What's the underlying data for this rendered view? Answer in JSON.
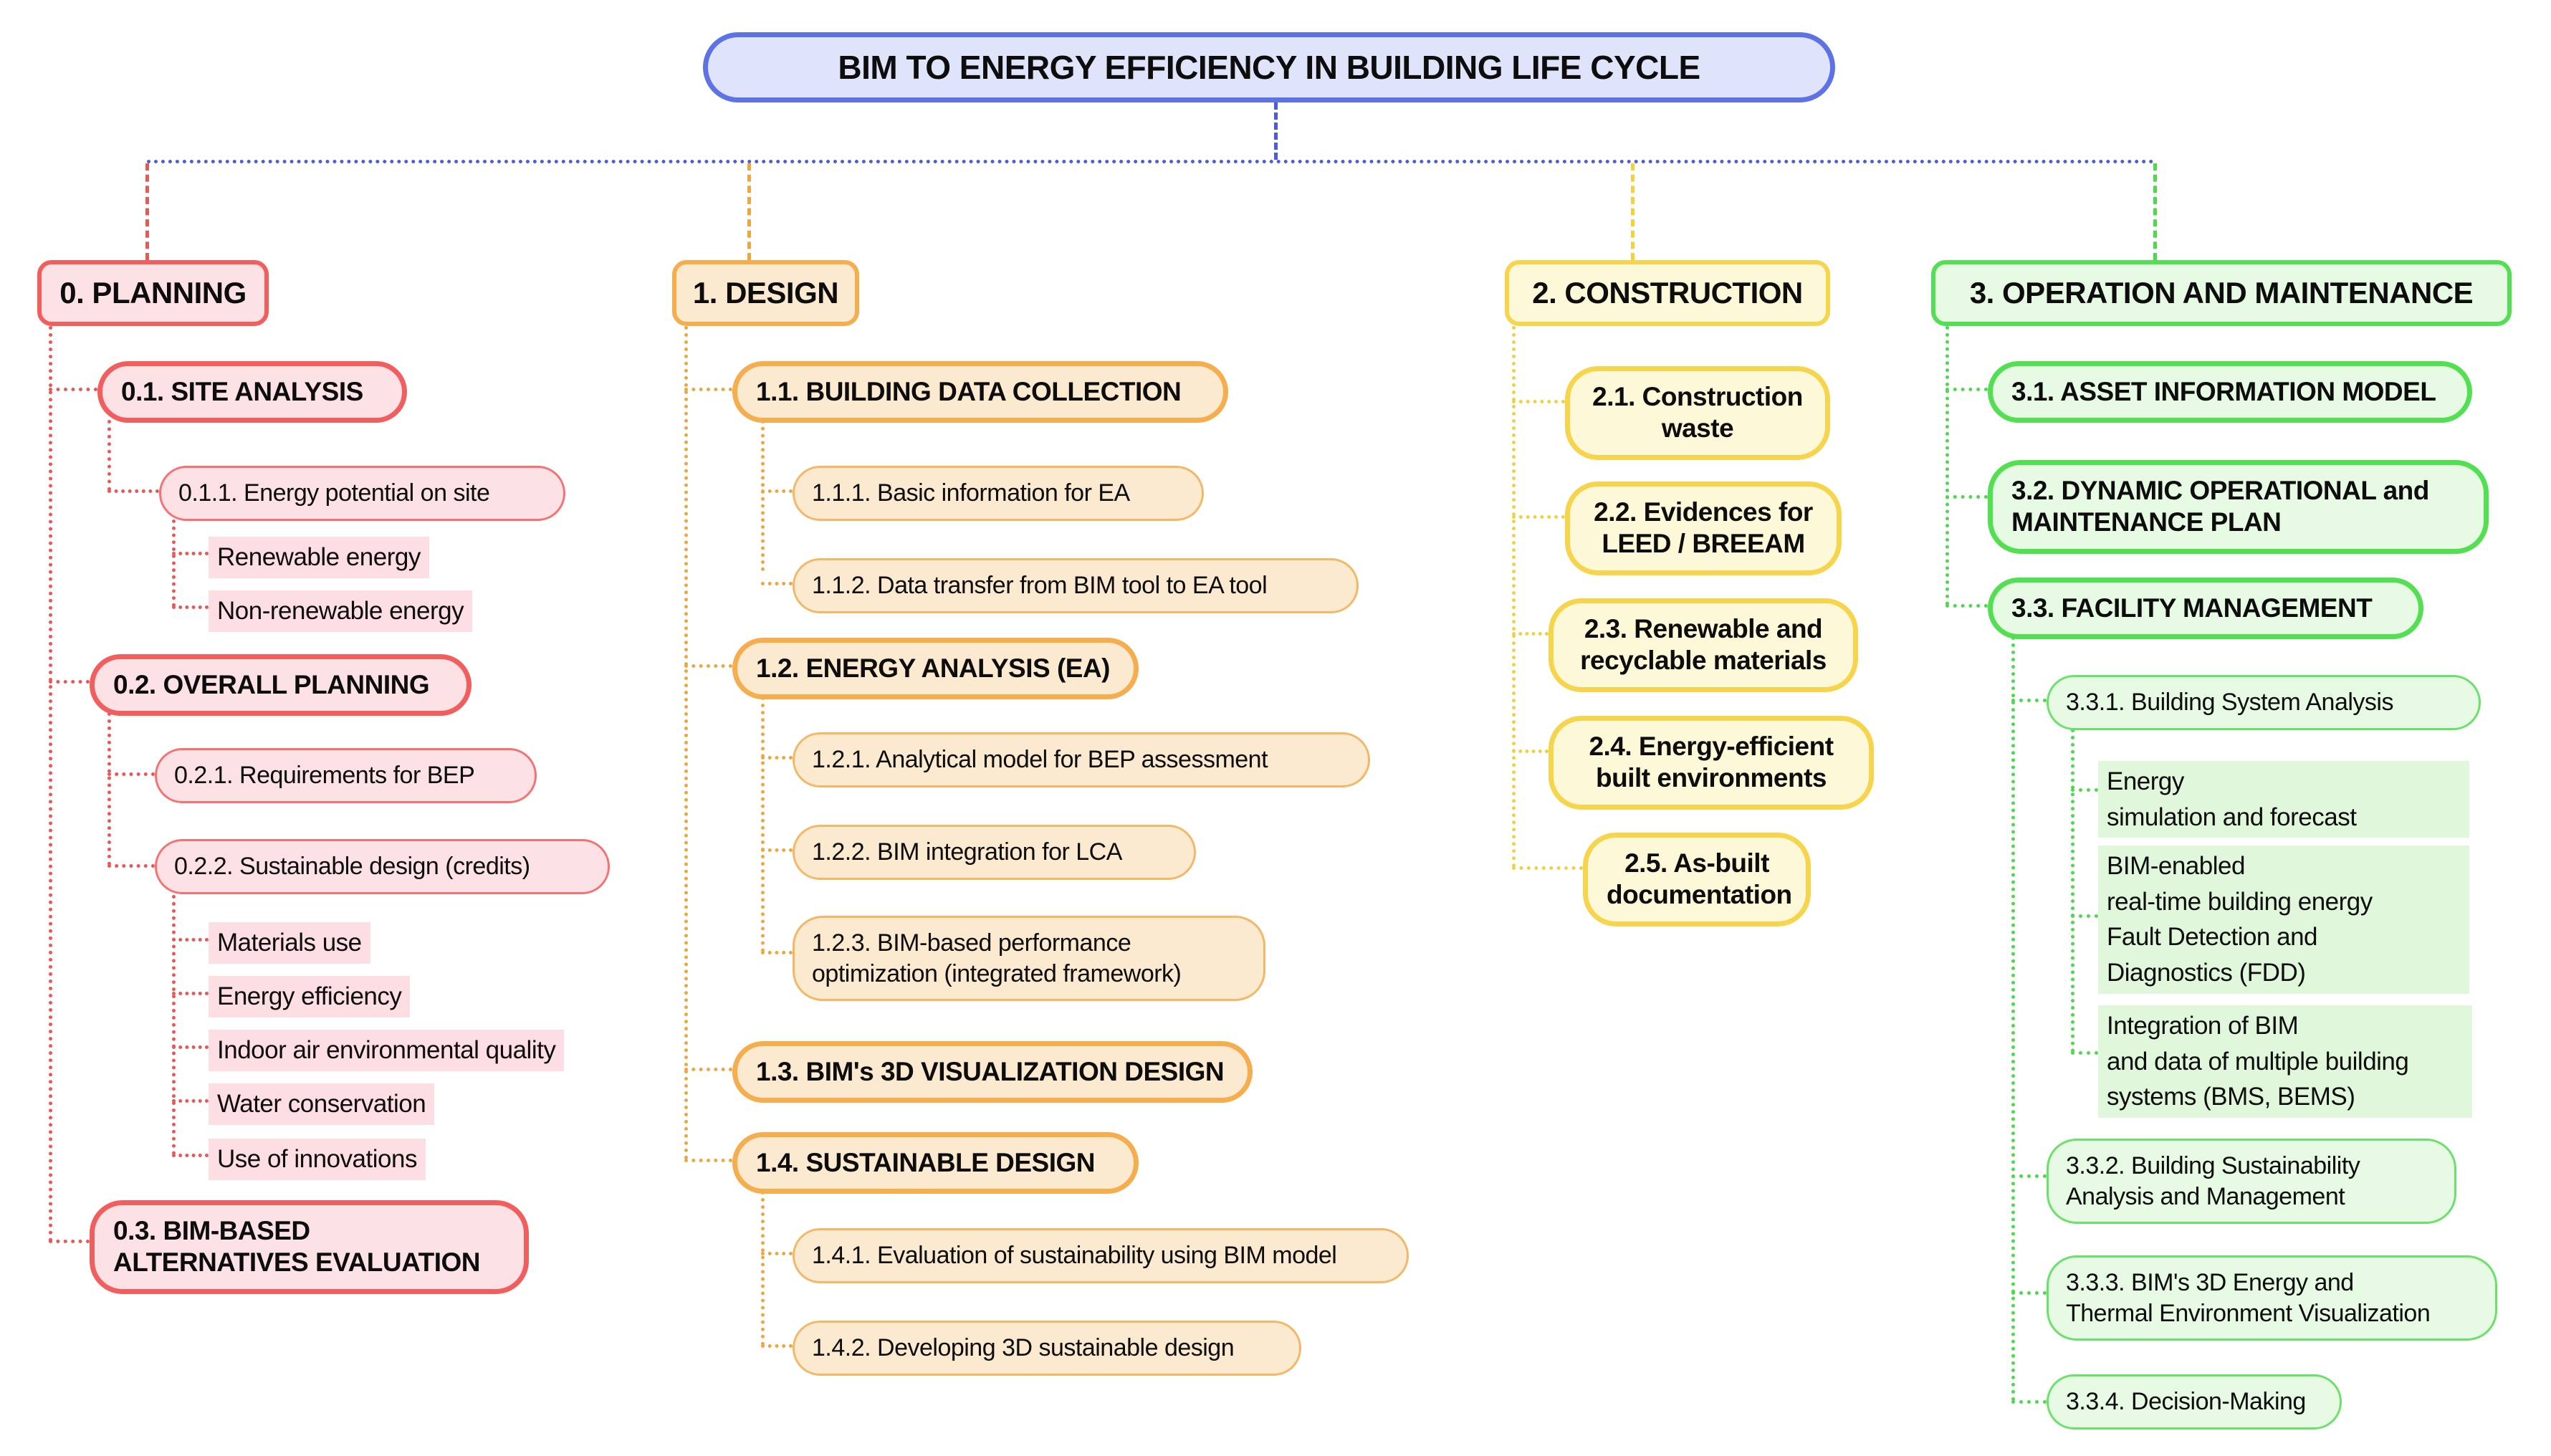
{
  "title": "BIM TO ENERGY EFFICIENCY IN BUILDING LIFE CYCLE",
  "palette": {
    "blue_border": "#5d72e4",
    "blue_fill": "#dfe4fb",
    "blue_line": "#4b5ed8",
    "red_border": "#f25e5e",
    "red_fill": "#fce2e5",
    "red_leaf": "#fcdee3",
    "red_line": "#ea5757",
    "orange_border": "#f6ad4d",
    "orange_fill": "#fbe9d0",
    "orange_line": "#f0a63e",
    "yellow_border": "#f6d44b",
    "yellow_fill": "#fcf8d8",
    "yellow_line": "#eed23f",
    "green_border": "#53df52",
    "green_fill": "#e7fae3",
    "green_leaf": "#e0f7db",
    "green_line": "#4adb49"
  },
  "nodes": {
    "p": "0. PLANNING",
    "p1": "0.1. SITE ANALYSIS",
    "p11": "0.1.1. Energy potential on site",
    "p11a": "Renewable energy",
    "p11b": "Non-renewable energy",
    "p2": "0.2. OVERALL PLANNING",
    "p21": "0.2.1. Requirements for BEP",
    "p22": "0.2.2. Sustainable design (credits)",
    "p22a": "Materials use",
    "p22b": "Energy efficiency",
    "p22c": "Indoor air environmental quality",
    "p22d": "Water conservation",
    "p22e": "Use of innovations",
    "p3": "0.3. BIM-BASED\nALTERNATIVES EVALUATION",
    "d": "1. DESIGN",
    "d1": "1.1. BUILDING DATA COLLECTION",
    "d11": "1.1.1. Basic information for EA",
    "d12": "1.1.2. Data transfer from BIM tool to EA tool",
    "d2": "1.2. ENERGY ANALYSIS (EA)",
    "d21": "1.2.1. Analytical model for BEP assessment",
    "d22": "1.2.2. BIM integration for LCA",
    "d23": "1.2.3. BIM-based performance\noptimization (integrated framework)",
    "d3": "1.3. BIM's 3D VISUALIZATION DESIGN",
    "d4": "1.4. SUSTAINABLE DESIGN",
    "d41": "1.4.1. Evaluation of sustainability using BIM model",
    "d42": "1.4.2. Developing 3D sustainable design",
    "c": "2. CONSTRUCTION",
    "c1": "2.1. Construction\nwaste",
    "c2": "2.2. Evidences for\nLEED / BREEAM",
    "c3": "2.3. Renewable and\nrecyclable materials",
    "c4": "2.4. Energy-efficient\nbuilt environments",
    "c5": "2.5. As-built\ndocumentation",
    "m": "3. OPERATION AND MAINTENANCE",
    "m1": "3.1. ASSET INFORMATION MODEL",
    "m2": "3.2. DYNAMIC OPERATIONAL and\nMAINTENANCE PLAN",
    "m3": "3.3. FACILITY MANAGEMENT",
    "m31": "3.3.1. Building System Analysis",
    "m31a": "Energy\nsimulation and forecast",
    "m31b": "BIM-enabled\nreal-time building energy\nFault Detection and\nDiagnostics (FDD)",
    "m31c": "Integration of BIM\nand data of multiple building\nsystems (BMS, BEMS)",
    "m32": "3.3.2. Building Sustainability\nAnalysis and Management",
    "m33": "3.3.3. BIM's 3D Energy and\nThermal Environment Visualization",
    "m34": "3.3.4. Decision-Making"
  }
}
